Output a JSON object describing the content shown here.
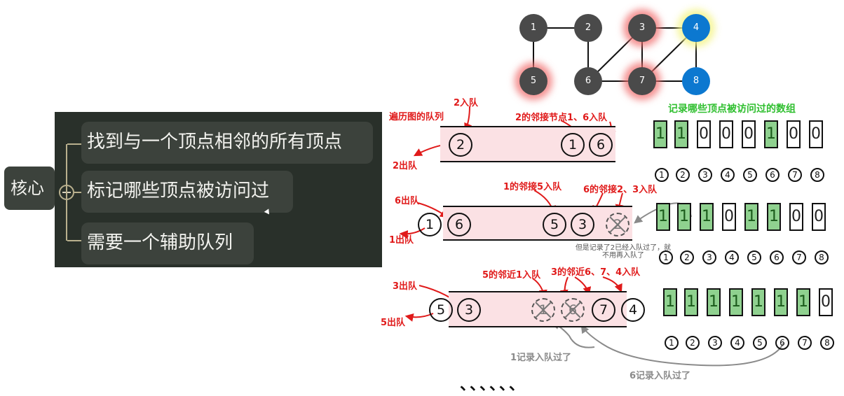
{
  "mindmap": {
    "core": "核心",
    "items": [
      "找到与一个顶点相邻的所有顶点",
      "标记哪些顶点被访问过",
      "需要一个辅助队列"
    ]
  },
  "graph": {
    "nodes": [
      {
        "id": "1",
        "style": "gray",
        "glow": ""
      },
      {
        "id": "2",
        "style": "gray",
        "glow": ""
      },
      {
        "id": "3",
        "style": "gray",
        "glow": "red"
      },
      {
        "id": "4",
        "style": "blue",
        "glow": "yellow"
      },
      {
        "id": "5",
        "style": "gray",
        "glow": "red"
      },
      {
        "id": "6",
        "style": "gray",
        "glow": ""
      },
      {
        "id": "7",
        "style": "gray",
        "glow": "red"
      },
      {
        "id": "8",
        "style": "blue",
        "glow": ""
      }
    ],
    "edges": [
      [
        "1",
        "2"
      ],
      [
        "1",
        "5"
      ],
      [
        "2",
        "6"
      ],
      [
        "3",
        "4"
      ],
      [
        "3",
        "6"
      ],
      [
        "3",
        "7"
      ],
      [
        "4",
        "7"
      ],
      [
        "4",
        "8"
      ],
      [
        "6",
        "7"
      ],
      [
        "7",
        "8"
      ]
    ]
  },
  "labels": {
    "traverse_queue": "遍历图的队列",
    "enqueue_2": "2入队",
    "dequeue_2": "2出队",
    "neighbors_2": "2的邻接节点1、6入队",
    "visited_array": "记录哪些顶点被访问过的数组",
    "dequeue_6": "6出队",
    "dequeue_1": "1出队",
    "neighbor_1": "1的邻接5入队",
    "neighbor_6": "6的邻接2、3入队",
    "note_2": "但是记录了2已经入队过了，就不用再入队了",
    "dequeue_3": "3出队",
    "dequeue_5": "5出队",
    "neighbor_5": "5的邻近1入队",
    "neighbor_3": "3的邻近6、7、4入队",
    "recorded_1": "1记录入队过了",
    "recorded_6": "6记录入队过了",
    "dots": "、、、、、、"
  },
  "rows": [
    {
      "outside": [],
      "queue": [
        {
          "v": "2",
          "state": "normal"
        },
        {
          "v": "1",
          "state": "normal"
        },
        {
          "v": "6",
          "state": "normal"
        }
      ],
      "visited": [
        1,
        1,
        0,
        0,
        0,
        1,
        0,
        0
      ]
    },
    {
      "outside": [
        "1"
      ],
      "queue": [
        {
          "v": "6",
          "state": "normal"
        },
        {
          "v": "5",
          "state": "normal"
        },
        {
          "v": "3",
          "state": "normal"
        },
        {
          "v": "2",
          "state": "crossed"
        }
      ],
      "visited": [
        1,
        1,
        1,
        0,
        1,
        1,
        0,
        0
      ]
    },
    {
      "outside": [
        "5"
      ],
      "queue": [
        {
          "v": "3",
          "state": "normal"
        },
        {
          "v": "1",
          "state": "crossed"
        },
        {
          "v": "6",
          "state": "crossed"
        },
        {
          "v": "7",
          "state": "normal"
        },
        {
          "v": "4",
          "state": "normal"
        }
      ],
      "visited": [
        1,
        1,
        1,
        1,
        1,
        1,
        1,
        0
      ]
    }
  ],
  "index_labels": [
    "1",
    "2",
    "3",
    "4",
    "5",
    "6",
    "7",
    "8"
  ],
  "colors": {
    "mindmap_bg": "#29302a",
    "mindmap_node": "#3c423c",
    "queue_fill": "#fbe1e4",
    "visited_fill": "#8fd18f",
    "annotation_red": "#e01a1a",
    "annotation_green": "#2fbf2f",
    "node_blue": "#0c78d0",
    "node_gray": "#4a4a4a"
  }
}
